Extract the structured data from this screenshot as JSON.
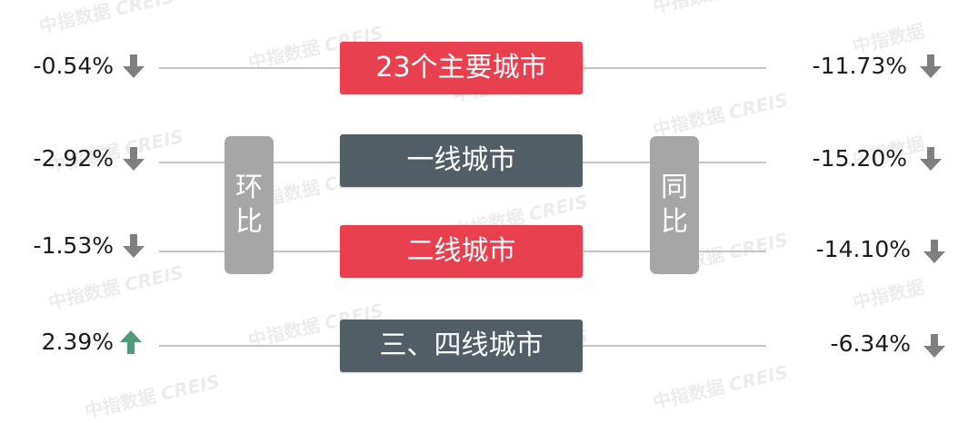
{
  "watermark": {
    "cn": "中指数据",
    "en": "CREIS"
  },
  "categories": {
    "top": "23个主要城市",
    "tier1": "一线城市",
    "tier2": "二线城市",
    "tier34": "三、四线城市"
  },
  "labels": {
    "mom": [
      "环",
      "比"
    ],
    "yoy": [
      "同",
      "比"
    ]
  },
  "mom_values": {
    "top": "-0.54%",
    "tier1": "-2.92%",
    "tier2": "-1.53%",
    "tier34": "2.39%"
  },
  "yoy_values": {
    "top": "-11.73%",
    "tier1": "-15.20%",
    "tier2": "-14.10%",
    "tier34": "-6.34%"
  },
  "colors": {
    "red_box": "#e8404e",
    "slate_box": "#525e66",
    "pill": "#a6a6a6",
    "arrow_down": "#7f7f7f",
    "arrow_up": "#4f9a7d",
    "line": "#c4c4c4"
  },
  "icons": {
    "down": "arrow-down-icon",
    "up": "arrow-up-icon"
  }
}
